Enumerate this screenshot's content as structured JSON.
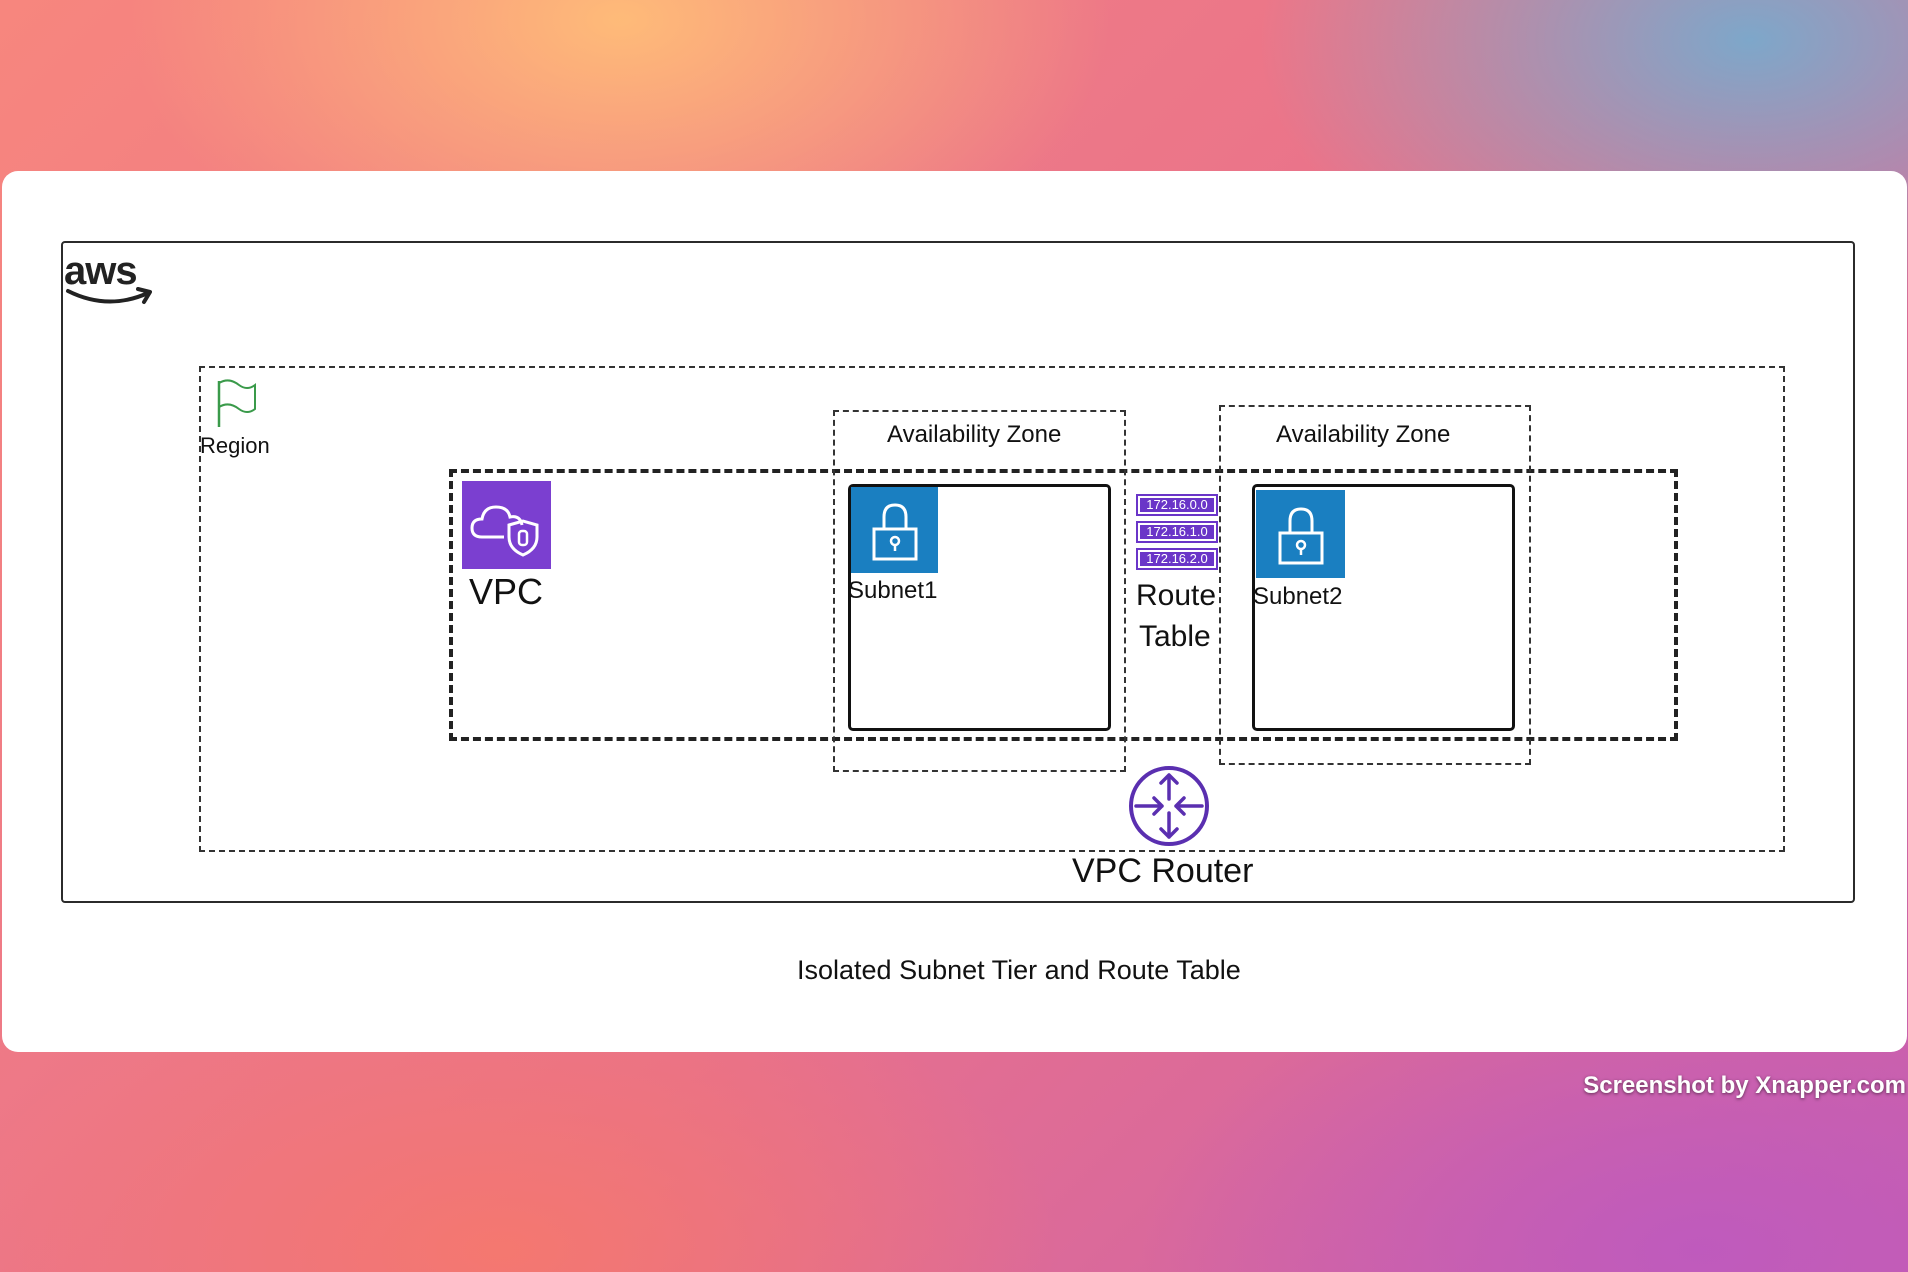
{
  "diagram": {
    "aws_logo_text": "aws",
    "region_label": "Region",
    "vpc_label": "VPC",
    "availability_zones": [
      {
        "label": "Availability Zone"
      },
      {
        "label": "Availability Zone"
      }
    ],
    "subnets": [
      {
        "label": "Subnet1"
      },
      {
        "label": "Subnet2"
      }
    ],
    "route_table": {
      "label_line1": "Route",
      "label_line2": "Table",
      "entries": [
        "172.16.0.0",
        "172.16.1.0",
        "172.16.2.0"
      ]
    },
    "router_label": "VPC Router",
    "caption": "Isolated Subnet Tier and Route Table"
  },
  "watermark": "Screenshot by Xnapper.com",
  "colors": {
    "vpc_icon": "#7b3fd0",
    "subnet_icon": "#1a7fc1",
    "region_flag": "#3a9a4a",
    "router": "#5a2fb0"
  }
}
